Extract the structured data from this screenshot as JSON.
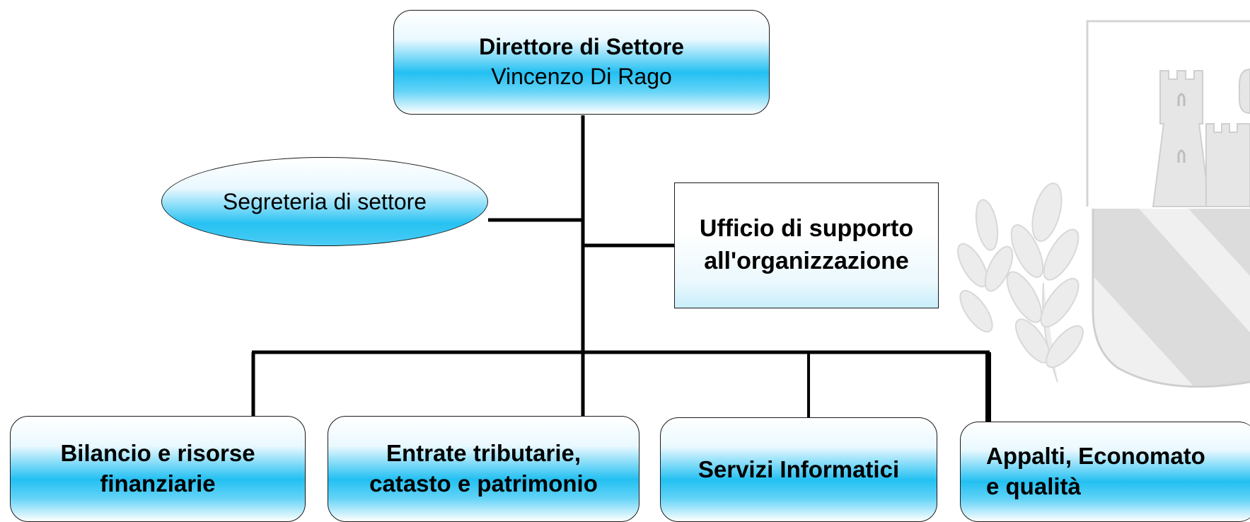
{
  "director": {
    "title": "Direttore di Settore",
    "name": "Vincenzo Di Rago"
  },
  "secretariat": {
    "label": "Segreteria di settore"
  },
  "support_office": {
    "line1": "Ufficio di supporto",
    "line2": "all'organizzazione"
  },
  "units": [
    {
      "line1": "Bilancio e risorse",
      "line2": "finanziarie"
    },
    {
      "line1": "Entrate tributarie,",
      "line2": "catasto e patrimonio"
    },
    {
      "line1": "Servizi Informatici"
    },
    {
      "line1": "Appalti, Economato",
      "line2": "e qualità"
    }
  ],
  "colors": {
    "box_fill": "#23c0f2",
    "line": "#000000",
    "watermark": "#d9d9d9"
  },
  "watermark": {
    "type": "coat-of-arms"
  }
}
